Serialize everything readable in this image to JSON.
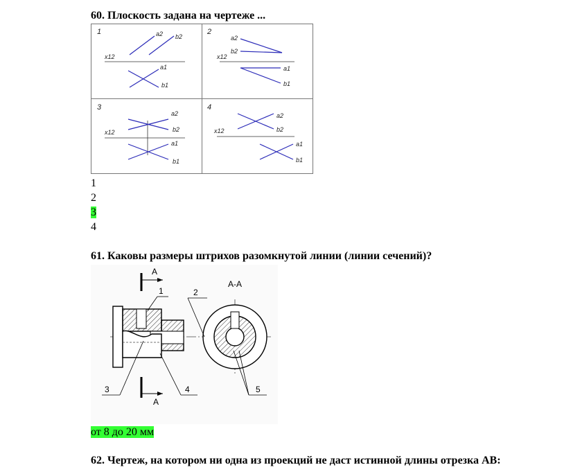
{
  "questions": [
    {
      "title": "60. Плоскость задана на чертеже ...",
      "options": [
        "1",
        "2",
        "3",
        "4"
      ],
      "correct_index": 2,
      "figure": {
        "panels": [
          {
            "number": "1",
            "labels": [
              "a2",
              "b2",
              "x12",
              "a1",
              "b1"
            ]
          },
          {
            "number": "2",
            "labels": [
              "a2",
              "b2",
              "x12",
              "a1",
              "b1"
            ]
          },
          {
            "number": "3",
            "labels": [
              "a2",
              "b2",
              "x12",
              "a1",
              "b1"
            ]
          },
          {
            "number": "4",
            "labels": [
              "a2",
              "b2",
              "x12",
              "a1",
              "b1"
            ]
          }
        ]
      }
    },
    {
      "title": "61. Каковы размеры штрихов разомкнутой линии (линии сечений)?",
      "figure": {
        "section_label": "A-A",
        "marker_letter": "A",
        "callouts": [
          "1",
          "2",
          "3",
          "4",
          "5"
        ]
      },
      "answer": "от 8 до 20 мм"
    },
    {
      "title": "62. Чертеж, на котором ни одна из проекций не даст истинной длины отрезка AB:"
    }
  ]
}
